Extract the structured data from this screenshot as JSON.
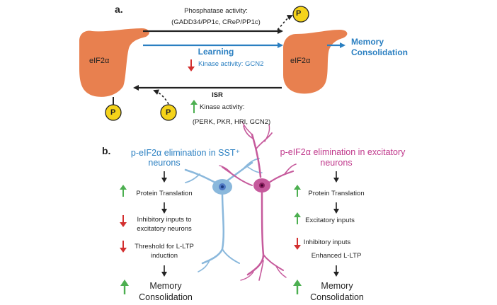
{
  "panel_a": {
    "label": "a.",
    "protein_left": "eIF2α",
    "protein_right": "eIF2α",
    "phosphate": "P",
    "phosphatase_title": "Phosphatase activity:",
    "phosphatase_list": "(GADD34/PP1c, CReP/PP1c)",
    "learning": "Learning",
    "learning_kinase": "Kinase activity: GCN2",
    "memory_line1": "Memory",
    "memory_line2": "Consolidation",
    "isr": "ISR",
    "isr_kinase_title": "Kinase activity:",
    "isr_kinase_list": "(PERK, PKR, HRI, GCN2)"
  },
  "panel_b": {
    "label": "b.",
    "left_title_line1": "p-eIF2α elimination in SST⁺",
    "left_title_line2": "neurons",
    "right_title_line1": "p-eIF2α elimination in excitatory",
    "right_title_line2": "neurons",
    "left_steps": {
      "protein_translation": "Protein Translation",
      "inhibitory_1": "Inhibitory inputs to",
      "inhibitory_2": "excitatory neurons",
      "threshold_1": "Threshold for L-LTP",
      "threshold_2": "induction",
      "memory_1": "Memory",
      "memory_2": "Consolidation"
    },
    "right_steps": {
      "protein_translation": "Protein Translation",
      "excitatory": "Excitatory inputs",
      "inhibitory": "Inhibitory inputs",
      "enhanced": "Enhanced L-LTP",
      "memory_1": "Memory",
      "memory_2": "Consolidation"
    }
  },
  "colors": {
    "protein": "#e8804f",
    "phosphate_fill": "#f5d31a",
    "blue": "#2a7fc1",
    "magenta": "#c0398c",
    "arrow_up": "#4caf50",
    "arrow_down": "#d32f2f",
    "sst_neuron": "#8ab8dc",
    "exc_neuron": "#c65a9c"
  }
}
